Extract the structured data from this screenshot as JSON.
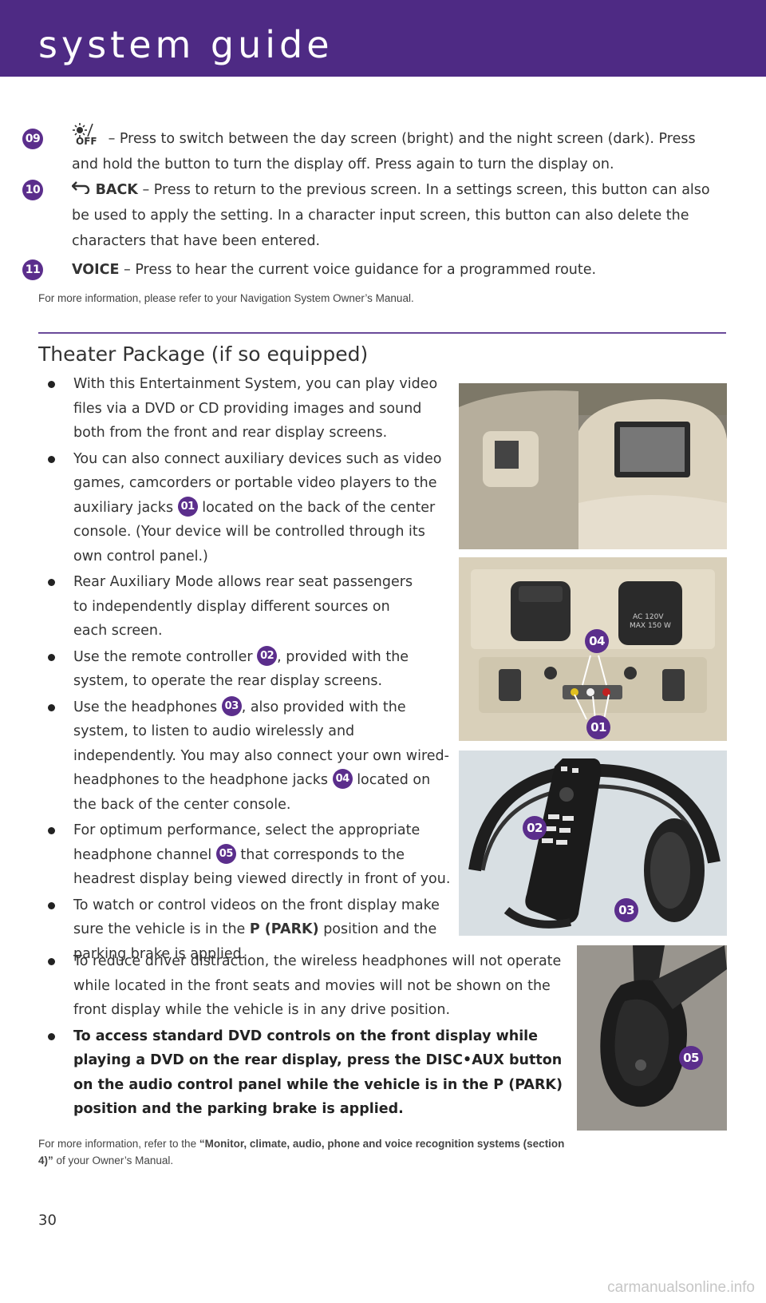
{
  "header": {
    "title": "system guide"
  },
  "items": [
    {
      "badge": "09",
      "icon": "day-night-icon",
      "icon_label": "OFF",
      "label": "",
      "text": "– Press to switch between the day screen (bright) and the night screen (dark). Press and hold the button to turn the display off. Press again to turn the display on."
    },
    {
      "badge": "10",
      "icon": "back-arrow-icon",
      "label": "BACK",
      "text": "– Press to return to the previous screen. In a settings screen, this button can also be used to apply the setting. In a character input screen, this button can also delete the characters that have been entered."
    },
    {
      "badge": "11",
      "label": "VOICE",
      "text": "– Press to hear the current voice guidance for a programmed route."
    }
  ],
  "nav_note": "For more information, please refer to your Navigation System Owner’s Manual.",
  "theater": {
    "title": "Theater Package (if so equipped)",
    "b1": "With this Entertainment System, you can play video files via a DVD or CD providing images and sound both from the front and rear display screens.",
    "b2_a": "You can also connect auxiliary devices such as video games, camcorders or portable video players to the auxiliary jacks",
    "b2_badge": "01",
    "b2_b": "located on the back of the center console. (Your device will be controlled through its own control panel.)",
    "b3": "Rear Auxiliary Mode allows rear seat passengers to independently display different sources on each screen.",
    "b4_a": "Use the remote controller",
    "b4_badge": "02",
    "b4_b": ", provided with the system, to operate the rear display screens.",
    "b5_a": "Use the headphones",
    "b5_badge": "03",
    "b5_b": ", also provided with the system, to listen to audio wirelessly and independently. You may also connect your own wired-headphones to the headphone jacks",
    "b5_badge2": "04",
    "b5_c": "located on the back of the center console.",
    "b6_a": "For optimum performance, select the appropriate headphone channel",
    "b6_badge": "05",
    "b6_b": "that corresponds to the headrest display being viewed directly in front of you.",
    "b7_a": "To watch or control videos on the front display make sure the vehicle is in the",
    "b7_bold": "P (PARK)",
    "b7_b": "position and the parking brake is applied.",
    "b8": "To reduce driver distraction, the wireless headphones will not operate while located in the front seats and movies will not be shown on the front display while the vehicle is in any drive position.",
    "b9_a": "To access standard DVD controls on the front display while playing a DVD on the rear display, press the",
    "b9_bold1": "DISC•AUX",
    "b9_b": "button on the audio control panel while the vehicle is in the",
    "b9_bold2": "P (PARK)",
    "b9_c": "position and the parking brake is applied."
  },
  "photos": {
    "console_badges": [
      "04",
      "01"
    ],
    "headphones_badges": [
      "02",
      "03"
    ],
    "closeup_badge": "05",
    "console_label_line1": "AC 120V",
    "console_label_line2": "MAX 150 W"
  },
  "footer_note": {
    "a": "For more information, refer to the",
    "bold": "“Monitor, climate, audio, phone and voice recognition systems (section 4)”",
    "b": "of your Owner’s Manual."
  },
  "page_number": "30",
  "watermark": "carmanualsonline.info",
  "colors": {
    "header_bg": "#4e2a84",
    "badge_bg": "#5b2e8c",
    "rule": "#6a4a9a"
  }
}
